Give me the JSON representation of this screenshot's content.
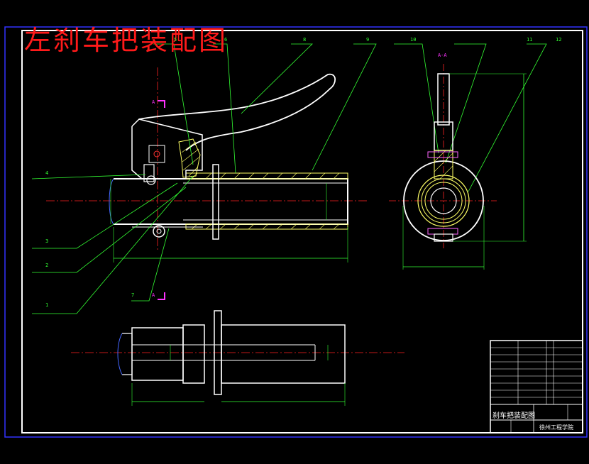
{
  "drawing": {
    "title": "左刹车把装配图",
    "colors": {
      "background": "#000000",
      "frame": "#ffffff",
      "outer_border": "#3333ff",
      "title_text": "#ff1a1a",
      "leader": "#33ff33",
      "section_mark": "#ff33ff",
      "section_fill": "#ffff66",
      "centerline": "#ff2222"
    },
    "callouts": [
      "1",
      "2",
      "3",
      "4",
      "5",
      "6",
      "7",
      "8",
      "9",
      "10",
      "11",
      "12"
    ],
    "section_marks": [
      "A",
      "A",
      "A-A"
    ],
    "title_block": {
      "drawing_name": "刹车把装配图",
      "organization": "徐州工程学院"
    }
  }
}
